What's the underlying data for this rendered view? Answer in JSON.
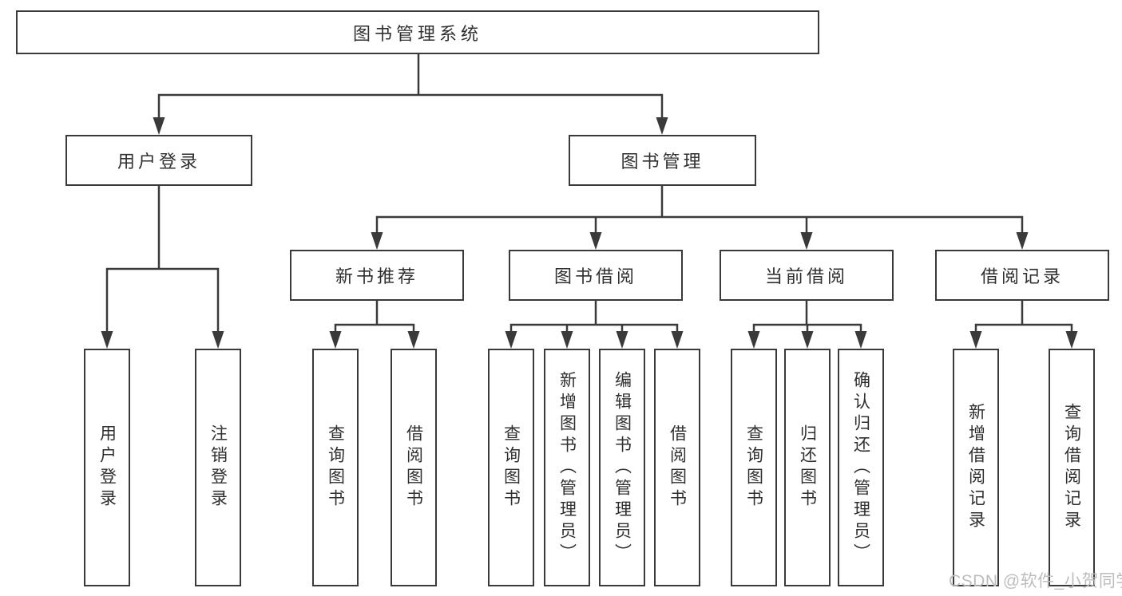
{
  "root": {
    "label": "图书管理系统"
  },
  "branches": {
    "user": {
      "label": "用户登录",
      "children": [
        {
          "label": "用户登录"
        },
        {
          "label": "注销登录"
        }
      ]
    },
    "books": {
      "label": "图书管理",
      "groups": [
        {
          "label": "新书推荐",
          "children": [
            {
              "label": "查询图书"
            },
            {
              "label": "借阅图书"
            }
          ]
        },
        {
          "label": "图书借阅",
          "children": [
            {
              "label": "查询图书"
            },
            {
              "label": "新增图书（管理员）"
            },
            {
              "label": "编辑图书（管理员）"
            },
            {
              "label": "借阅图书"
            }
          ]
        },
        {
          "label": "当前借阅",
          "children": [
            {
              "label": "查询图书"
            },
            {
              "label": "归还图书"
            },
            {
              "label": "确认归还（管理员）"
            }
          ]
        },
        {
          "label": "借阅记录",
          "children": [
            {
              "label": "新增借阅记录"
            },
            {
              "label": "查询借阅记录"
            }
          ]
        }
      ]
    }
  },
  "watermark": {
    "text": "CSDN @软件_小贺同学"
  },
  "colors": {
    "line": "#3a3a3a",
    "text": "#2f2f2f",
    "watermark": "#bdbdbd",
    "background": "#ffffff"
  }
}
